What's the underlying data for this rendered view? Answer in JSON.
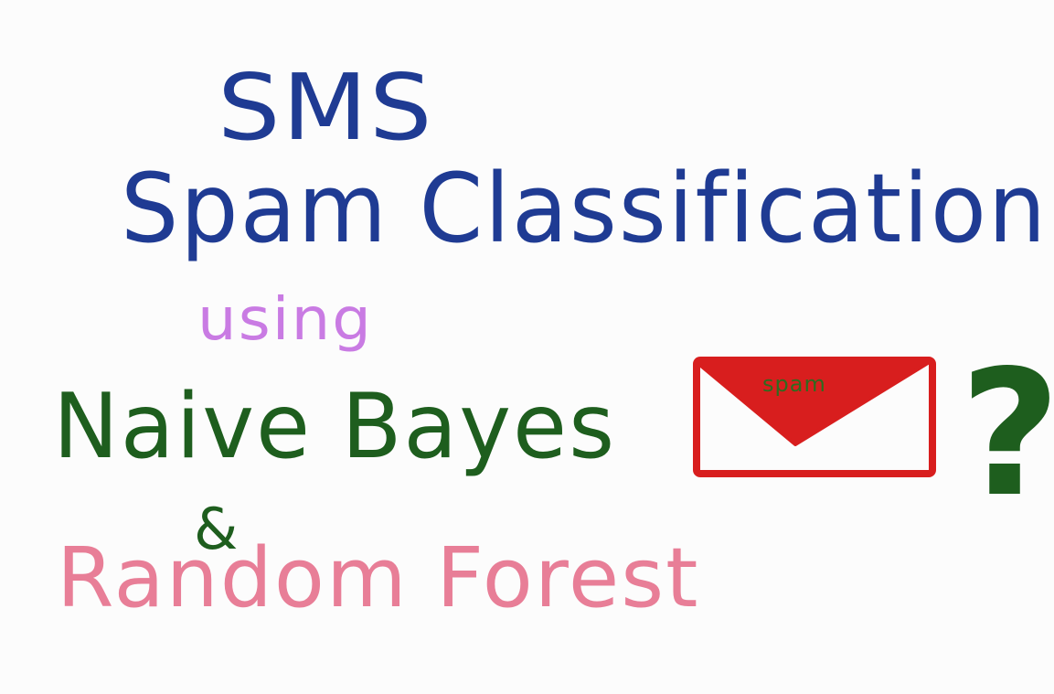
{
  "title": {
    "line1": "SMS",
    "line2": "Spam Classification"
  },
  "connector": "using",
  "method1": "Naive Bayes",
  "ampersand": "&",
  "method2": "Random Forest",
  "envelope": {
    "label": "spam"
  },
  "question_mark": "?",
  "colors": {
    "title": "#1f3b93",
    "using": "#c97be3",
    "naive_bayes": "#1e5e1e",
    "random_forest": "#e87e97",
    "envelope_red": "#d81e1e",
    "envelope_label": "#2e6b1f",
    "question_mark": "#1e5e1e"
  }
}
